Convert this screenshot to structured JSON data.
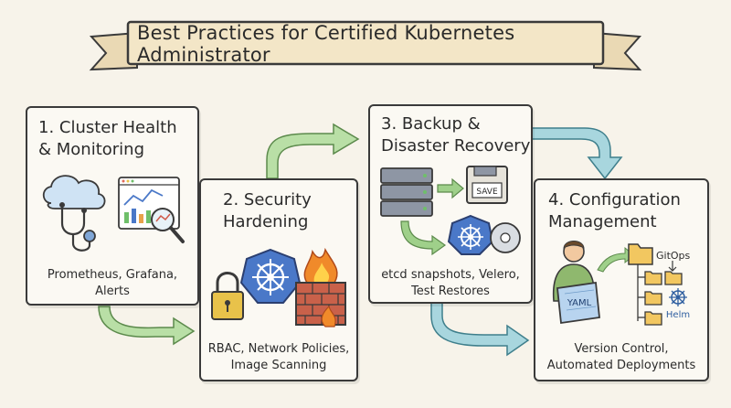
{
  "banner": {
    "title": "Best Practices for Certified Kubernetes Administrator"
  },
  "cards": [
    {
      "title": "1. Cluster Health\n& Monitoring",
      "caption": "Prometheus, Grafana,\nAlerts"
    },
    {
      "title": "2. Security\nHardening",
      "caption": "RBAC, Network Policies,\nImage Scanning"
    },
    {
      "title": "3. Backup &\nDisaster Recovery",
      "caption": "etcd snapshots, Velero,\nTest Restores"
    },
    {
      "title": "4. Configuration\nManagement",
      "caption": "Version Control,\nAutomated Deployments"
    }
  ],
  "icon_labels": {
    "save": "SAVE",
    "yaml": "YAML",
    "gitops": "GitOps",
    "helm": "Helm"
  },
  "colors": {
    "accent_blue": "#4a78c8",
    "arrow_green": "#9fd08a",
    "arrow_teal": "#6fb6c4",
    "fire": "#f08a2a",
    "brick": "#c9614a",
    "folder": "#f2c760"
  },
  "icons": [
    "cloud-stethoscope-icon",
    "dashboard-magnifier-icon",
    "padlock-icon",
    "kubernetes-helm-icon",
    "firewall-icon",
    "server-stack-icon",
    "floppy-disk-icon",
    "kubernetes-disk-icon",
    "person-with-blueprint-icon",
    "folder-tree-icon",
    "helm-logo-icon"
  ]
}
